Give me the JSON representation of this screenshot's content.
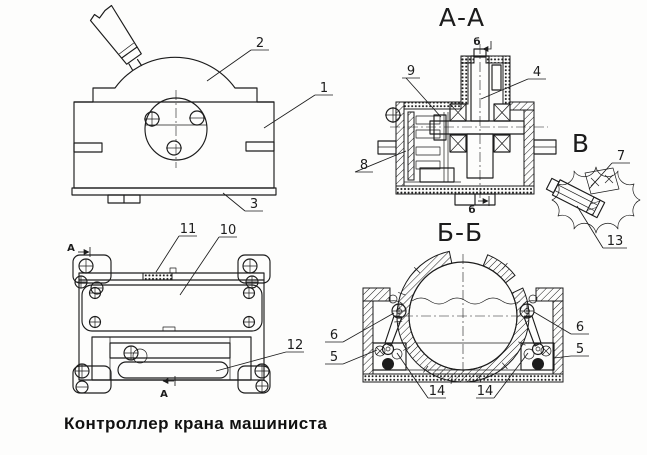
{
  "caption": "Контроллер крана машиниста",
  "colors": {
    "ink": "#1c1c1c",
    "paper": "#fdfdfc"
  },
  "front_view": {
    "label_1": "1",
    "label_2": "2",
    "label_3": "3"
  },
  "section_aa": {
    "title": "А-А",
    "label_4": "4",
    "label_8": "8",
    "label_9": "9",
    "cut_marker": "б"
  },
  "detail_v": {
    "title": "В",
    "label_7": "7",
    "label_13": "13"
  },
  "bottom_view": {
    "label_10": "10",
    "label_11": "11",
    "label_12": "12",
    "cut_marker": "А"
  },
  "section_bb": {
    "title": "Б-Б",
    "label_5": "5",
    "label_6": "6",
    "label_14": "14"
  }
}
